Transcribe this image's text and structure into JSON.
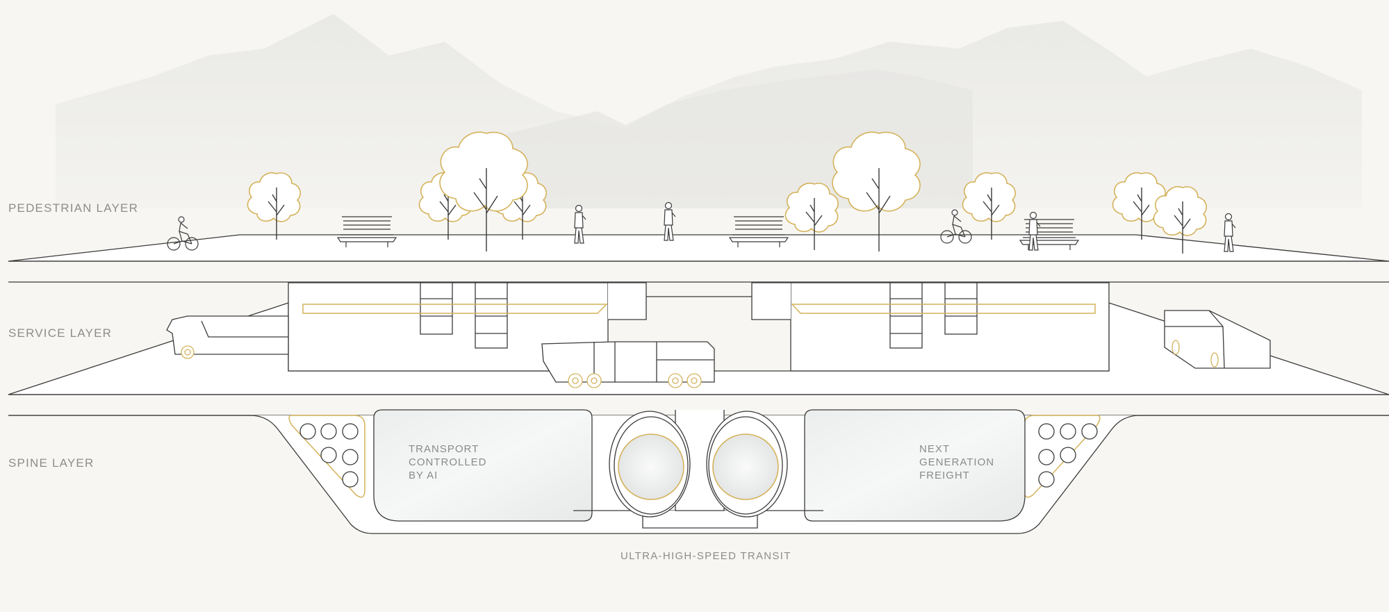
{
  "layers": {
    "pedestrian": "PEDESTRIAN LAYER",
    "service": "SERVICE LAYER",
    "spine": "SPINE LAYER"
  },
  "spine": {
    "left_panel": [
      "TRANSPORT",
      "CONTROLLED",
      "BY AI"
    ],
    "right_panel": [
      "NEXT",
      "GENERATION",
      "FREIGHT"
    ],
    "caption": "ULTRA-HIGH-SPEED TRANSIT"
  },
  "colors": {
    "background": "#f7f6f2",
    "line": "#3a3a3a",
    "accent_gold": "#d4b25a",
    "mountain": "#ebebe8",
    "label": "#8c8c8c"
  },
  "icons": [
    "tree-icon",
    "bench-icon",
    "cyclist-icon",
    "pedestrian-icon",
    "bus-icon",
    "truck-icon",
    "tunnel-tube-icon"
  ]
}
